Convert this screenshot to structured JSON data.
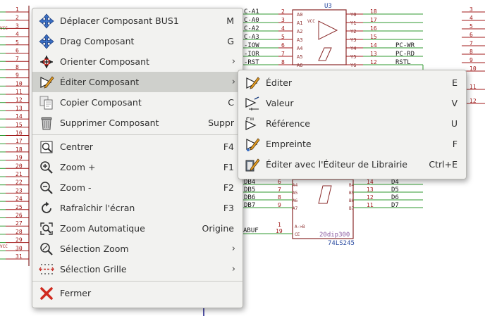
{
  "schematic": {
    "chip_ref": "U3",
    "chip_part": "74LS245",
    "chip_footprint": "20dip300",
    "chip_vcc": "VCC",
    "pin_names_right": [
      "Y0",
      "Y1",
      "Y2",
      "Y3",
      "Y4",
      "Y5",
      "Y6"
    ],
    "pin_names_left": [
      "A0",
      "A1",
      "A2",
      "A3",
      "A4",
      "A5",
      "A6"
    ],
    "pin_names_lower_left": [
      "A4",
      "A5",
      "A6",
      "A7"
    ],
    "pin_names_lower_right": [
      "B4",
      "B5",
      "B6",
      "B7"
    ],
    "pin_ce_label": "A->B",
    "pin_ce": "CE",
    "left_pins_top": [
      "2",
      "3",
      "4",
      "5",
      "6",
      "7",
      "8"
    ],
    "right_pins_top": [
      "18",
      "17",
      "16",
      "15",
      "14",
      "13",
      "12"
    ],
    "left_pins_bottom": [
      "6",
      "7",
      "8",
      "9"
    ],
    "right_pins_bottom": [
      "14",
      "13",
      "12",
      "11"
    ],
    "pin_1": "1",
    "pin_19": "19",
    "net_left_top": [
      "C-A1",
      "C-A0",
      "C-A2",
      "C-A3",
      "-IOW",
      "-IOR",
      "-RST"
    ],
    "net_right": [
      "PC-WR",
      "PC-RD",
      "RSTL"
    ],
    "net_db": [
      "DB4",
      "DB5",
      "DB6",
      "DB7"
    ],
    "net_d": [
      "D4",
      "D5",
      "D6",
      "D7"
    ],
    "net_abuf": "ABUF",
    "connector_numbers_left": [
      "1",
      "2",
      "3",
      "4",
      "5",
      "6",
      "7",
      "8",
      "9",
      "10",
      "11",
      "12",
      "13",
      "14",
      "15",
      "16",
      "17",
      "18",
      "19",
      "20",
      "21",
      "22",
      "23",
      "24",
      "25",
      "26",
      "27",
      "28",
      "29",
      "30",
      "31"
    ],
    "connector_numbers_right": [
      "3",
      "4",
      "5",
      "6",
      "7",
      "8",
      "9",
      "10",
      "11",
      "12"
    ],
    "label_vcc_left": "VCC"
  },
  "main_menu": {
    "items": [
      {
        "label": "Déplacer Composant BUS1",
        "shortcut": "M",
        "icon": "move-icon"
      },
      {
        "label": "Drag Composant",
        "shortcut": "G",
        "icon": "drag-icon"
      },
      {
        "label": "Orienter Composant",
        "shortcut": "›",
        "icon": "orient-icon"
      },
      {
        "label": "Éditer Composant",
        "shortcut": "›",
        "icon": "edit-component-icon"
      },
      {
        "label": "Copier Composant",
        "shortcut": "C",
        "icon": "copy-icon"
      },
      {
        "label": "Supprimer Composant",
        "shortcut": "Suppr",
        "icon": "trash-icon"
      },
      {
        "label": "Centrer",
        "shortcut": "F4",
        "icon": "center-icon"
      },
      {
        "label": "Zoom +",
        "shortcut": "F1",
        "icon": "zoom-in-icon"
      },
      {
        "label": "Zoom -",
        "shortcut": "F2",
        "icon": "zoom-out-icon"
      },
      {
        "label": "Rafraîchir l'écran",
        "shortcut": "F3",
        "icon": "refresh-icon"
      },
      {
        "label": "Zoom Automatique",
        "shortcut": "Origine",
        "icon": "zoom-fit-icon"
      },
      {
        "label": "Sélection Zoom",
        "shortcut": "›",
        "icon": "zoom-select-icon"
      },
      {
        "label": "Sélection Grille",
        "shortcut": "›",
        "icon": "grid-icon"
      },
      {
        "label": "Fermer",
        "shortcut": "",
        "icon": "close-icon"
      }
    ]
  },
  "sub_menu": {
    "items": [
      {
        "label": "Éditer",
        "shortcut": "E",
        "icon": "edit-icon"
      },
      {
        "label": "Valeur",
        "shortcut": "V",
        "icon": "value-icon"
      },
      {
        "label": "Référence",
        "shortcut": "U",
        "icon": "reference-icon"
      },
      {
        "label": "Empreinte",
        "shortcut": "F",
        "icon": "footprint-icon"
      },
      {
        "label": "Éditer avec l'Éditeur de Librairie",
        "shortcut": "Ctrl+E",
        "icon": "library-editor-icon"
      }
    ]
  },
  "colors": {
    "wire": "#2f9a2f",
    "pin": "#a01818",
    "pin_num": "#a01818",
    "chip": "#8a2a2a",
    "net": "#1a1a1a",
    "menu_bg": "#f2f2f0",
    "highlight": "#cfd0cc"
  }
}
